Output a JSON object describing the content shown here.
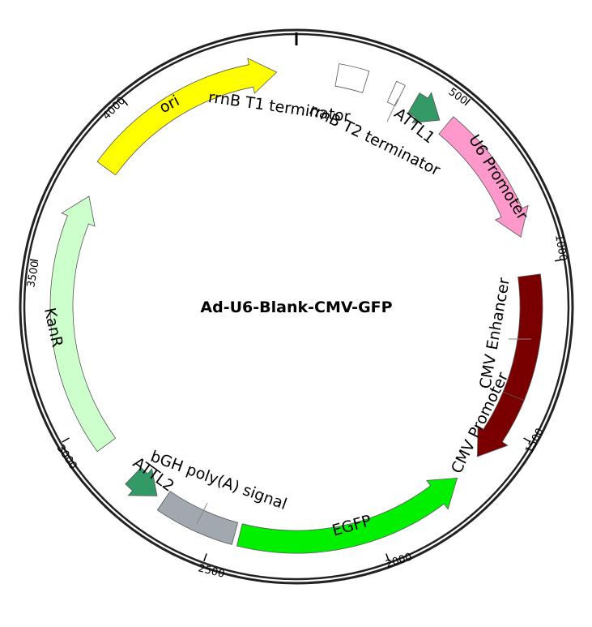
{
  "title": "Ad-U6-Blank-CMV-GFP",
  "total_bp": 4500,
  "ticks": [
    {
      "label": "500",
      "bp": 500
    },
    {
      "label": "1000",
      "bp": 1000
    },
    {
      "label": "1500",
      "bp": 1500
    },
    {
      "label": "2000",
      "bp": 2000
    },
    {
      "label": "2500",
      "bp": 2500
    },
    {
      "label": "3000",
      "bp": 3000
    },
    {
      "label": "3500",
      "bp": 3500
    },
    {
      "label": "4000",
      "bp": 4000
    }
  ],
  "features": [
    {
      "name": "ori",
      "start": 3825,
      "end": 4440,
      "direction": "forward",
      "color": "#ffff00"
    },
    {
      "name": "rrnB T1 terminator",
      "start": 125,
      "end": 215,
      "direction": "none",
      "color": "#ffffff"
    },
    {
      "name": "rrnB T2 terminator",
      "start": 300,
      "end": 328,
      "direction": "none",
      "color": "#ffffff"
    },
    {
      "name": "ATTL1",
      "start": 375,
      "end": 470,
      "direction": "forward",
      "color": "#339966"
    },
    {
      "name": "U6 Promoter",
      "start": 495,
      "end": 910,
      "direction": "forward",
      "color": "#ff99cc"
    },
    {
      "name": "CMV Enhancer",
      "start": 1030,
      "end": 1405,
      "direction": "none",
      "color": "#7a0000"
    },
    {
      "name": "CMV Promoter",
      "start": 1405,
      "end": 1620,
      "direction": "forward",
      "color": "#7a0000"
    },
    {
      "name": "EGFP",
      "start": 1710,
      "end": 2425,
      "direction": "reverse",
      "color": "#00f000"
    },
    {
      "name": "bGH poly(A) signal",
      "start": 2440,
      "end": 2680,
      "direction": "none",
      "color": "#a2a8b0"
    },
    {
      "name": "ATTL2",
      "start": 2705,
      "end": 2800,
      "direction": "reverse",
      "color": "#339966"
    },
    {
      "name": "KanR",
      "start": 2925,
      "end": 3725,
      "direction": "forward",
      "color": "#ccffcc"
    }
  ]
}
